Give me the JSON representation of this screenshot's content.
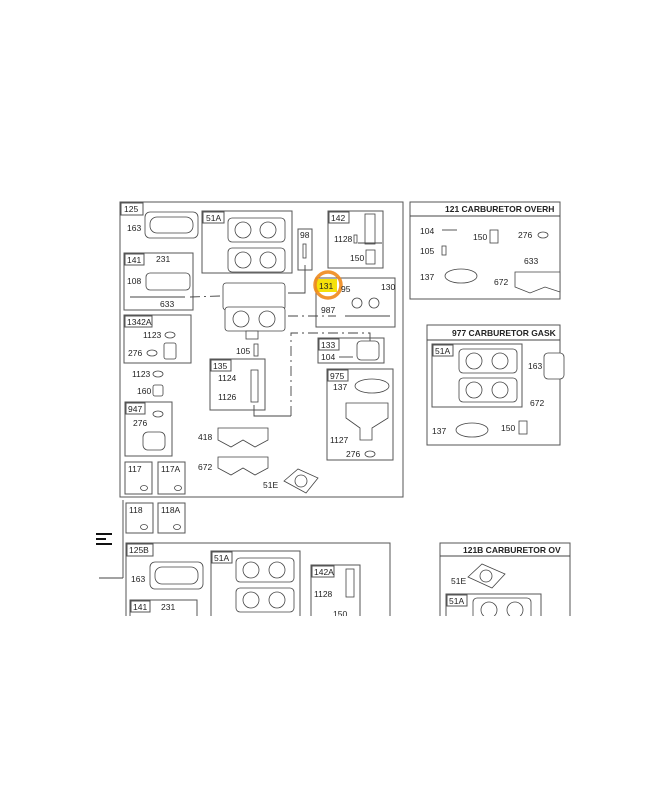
{
  "colors": {
    "highlight": "#f5e10a",
    "marker": "#f08a1c",
    "line": "#444444"
  },
  "main": {
    "assembly": "125",
    "labels": {
      "p163": "163",
      "p51A": "51A",
      "p98": "98",
      "p142": "142",
      "p1128": "1128",
      "p150": "150",
      "p141": "141",
      "p231": "231",
      "p108": "108",
      "p633": "633",
      "p131": "131",
      "p95": "95",
      "p130": "130",
      "p987": "987",
      "p1342A": "1342A",
      "p1123a": "1123",
      "p276a": "276",
      "p1123b": "1123",
      "p160": "160",
      "p105": "105",
      "p135": "135",
      "p1124": "1124",
      "p1126": "1126",
      "p133": "133",
      "p104": "104",
      "p947": "947",
      "p276b": "276",
      "p975": "975",
      "p137": "137",
      "p1127": "1127",
      "p276c": "276",
      "p418": "418",
      "p672": "672",
      "p51E": "51E",
      "p117": "117",
      "p117A": "117A",
      "p118": "118",
      "p118A": "118A"
    },
    "selected_part": "131"
  },
  "kit121": {
    "title": "121 CARBURETOR OVERH",
    "labels": {
      "p104": "104",
      "p105": "105",
      "p150": "150",
      "p276": "276",
      "p633": "633",
      "p137": "137",
      "p672": "672"
    }
  },
  "kit977": {
    "title": "977 CARBURETOR GASK",
    "labels": {
      "p51A": "51A",
      "p163": "163",
      "p672": "672",
      "p137": "137",
      "p150": "150"
    }
  },
  "assy125B": {
    "assembly": "125B",
    "labels": {
      "p163": "163",
      "p51A": "51A",
      "p142A": "142A",
      "p1128": "1128",
      "p150": "150",
      "p141": "141",
      "p231": "231"
    }
  },
  "kit121B": {
    "title": "121B CARBURETOR OV",
    "labels": {
      "p51E": "51E",
      "p51A": "51A"
    }
  },
  "icons": {
    "menu": "hamburger-menu-icon"
  }
}
